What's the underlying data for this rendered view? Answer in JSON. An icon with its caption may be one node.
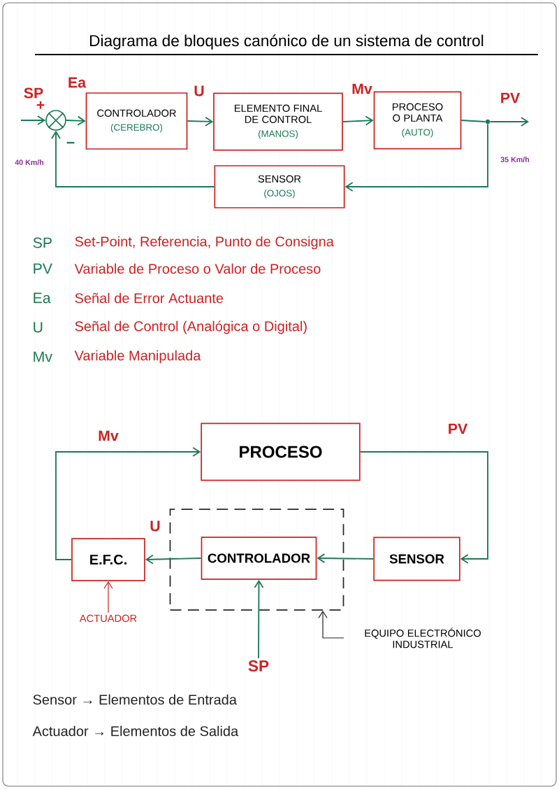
{
  "diagram": {
    "title": "Diagrama de bloques canónico de un sistema de control",
    "nodes": [
      {
        "text": [],
        "shape": "circle"
      },
      {
        "text": [
          "CONTROLADOR",
          "(CEREBRO)"
        ]
      },
      {
        "text": [
          "ELEMENTO FINAL DE CONTROL",
          "(MANOS)"
        ]
      },
      {
        "text": [
          "PROCESO O PLANTA",
          "(AUTO)"
        ]
      },
      {
        "text": [],
        "shape": "circle"
      },
      {
        "text": [
          "SENSOR",
          "(OJOS)"
        ]
      },
      {
        "text": [
          "PROCESO"
        ]
      },
      {
        "text": [
          "E.F.C."
        ]
      },
      {
        "text": [],
        "shape": "box"
      },
      {
        "text": [
          "CONTROLADOR"
        ],
        "in": 8
      },
      {
        "text": [
          "SENSOR"
        ]
      },
      {
        "text": [
          "ACTUADOR"
        ]
      },
      {
        "text": [
          "EQUIPO ELECTRÓNICO INDUSTRIAL"
        ]
      },
      {
        "text": [
          "SP"
        ]
      }
    ],
    "edges": [
      {
        "from": null,
        "to": 0,
        "arrow": "to"
      },
      {
        "from": 0,
        "to": 1,
        "arrow": "to"
      },
      {
        "from": 1,
        "to": 2,
        "arrow": "to"
      },
      {
        "from": 2,
        "to": 3,
        "arrow": "to"
      },
      {
        "from": 3,
        "to": 4,
        "arrow": "none"
      },
      {
        "from": 4,
        "to": null,
        "arrow": "to"
      },
      {
        "from": 4,
        "to": 5,
        "arrow": "to"
      },
      {
        "from": 5,
        "to": 0,
        "arrow": "to"
      },
      {
        "from": 7,
        "to": 6,
        "arrow": "to"
      },
      {
        "from": 6,
        "to": 10,
        "arrow": "to"
      },
      {
        "from": 10,
        "to": 9,
        "arrow": "to"
      },
      {
        "from": 9,
        "to": 7,
        "arrow": "to"
      },
      {
        "from": 13,
        "to": 9,
        "arrow": "to"
      },
      {
        "from": 11,
        "to": 7,
        "arrow": "to",
        "color": "#cc2222"
      },
      {
        "from": 12,
        "to": 8,
        "arrow": "to",
        "color": "#222222"
      }
    ],
    "labels": [
      "SP",
      "+",
      "Ea",
      "U",
      "Mv",
      "PV",
      "−",
      "40 Km/h",
      "35 Km/h",
      "SP",
      "Set-Point, Referencia, Punto de Consigna",
      "PV",
      "Variable de Proceso o Valor de Proceso",
      "Ea",
      "Señal de Error Actuante",
      "U",
      "Señal de Control (Analógica o Digital)",
      "Mv",
      "Variable Manipulada",
      "Mv",
      "PV",
      "U",
      "Sensor → Elementos de Entrada",
      "Actuador → Elementos de Salida"
    ]
  }
}
